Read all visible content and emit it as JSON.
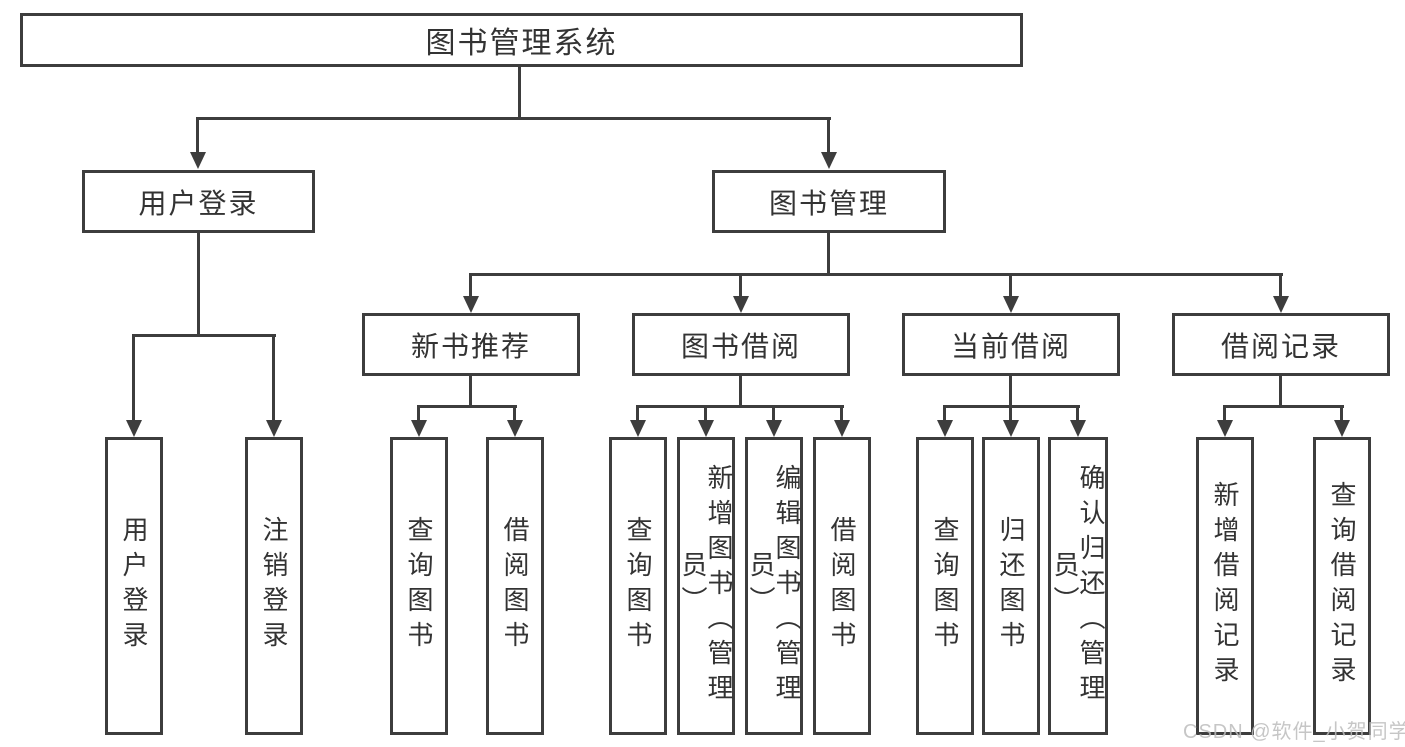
{
  "diagram_title": "图书管理系统",
  "chart_type": "hierarchy-tree",
  "nodes": {
    "root": "图书管理系统",
    "l2": {
      "login": "用户登录",
      "mgmt": "图书管理"
    },
    "l3": [
      "新书推荐",
      "图书借阅",
      "当前借阅",
      "借阅记录"
    ],
    "leaves": {
      "login": [
        "用户登录",
        "注销登录"
      ],
      "newbook": [
        "查询图书",
        "借阅图书"
      ],
      "borrow": [
        "查询图书",
        "新增图书（管理员）",
        "编辑图书（管理员）",
        "借阅图书"
      ],
      "current": [
        "查询图书",
        "归还图书",
        "确认归还（管理员）"
      ],
      "records": [
        "新增借阅记录",
        "查询借阅记录"
      ]
    }
  },
  "watermark": "CSDN @软件_小贺同学",
  "colors": {
    "line": "#3d3d3d",
    "text": "#333333",
    "background": "#ffffff",
    "watermark": "#bdbdbd"
  }
}
